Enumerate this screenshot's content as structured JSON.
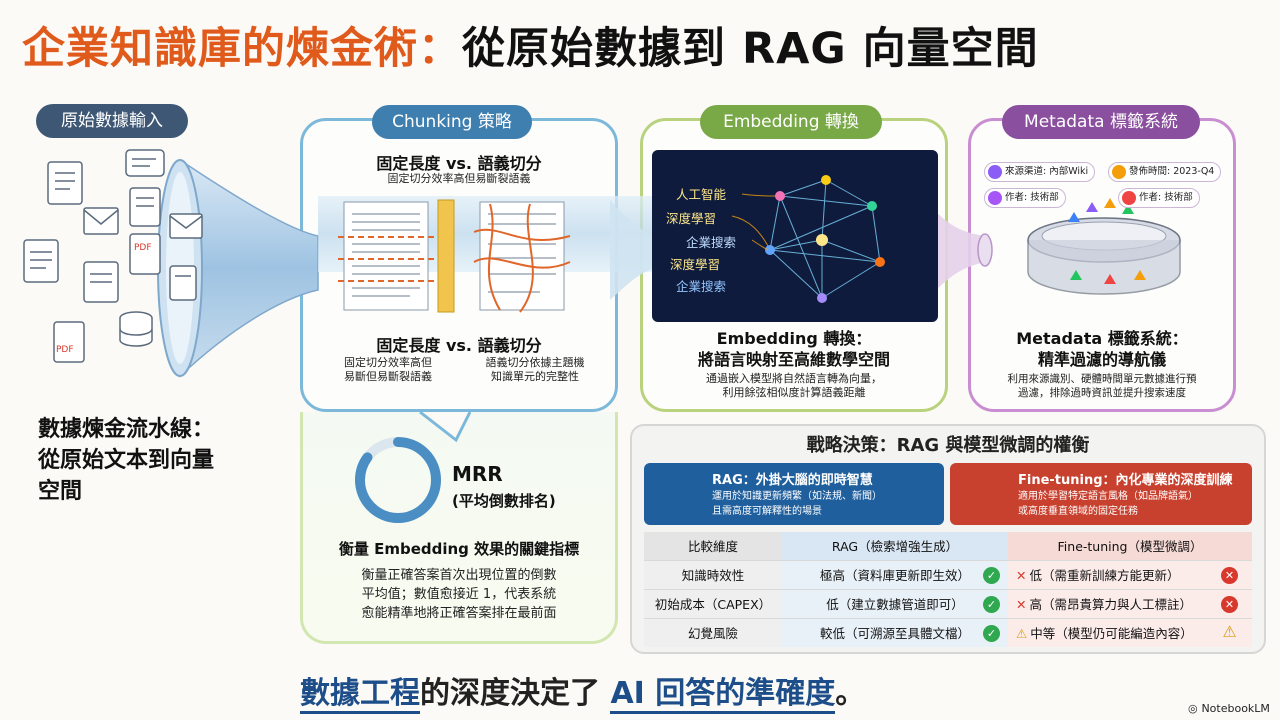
{
  "title": {
    "part1": "企業知識庫的煉金術：",
    "part2": "從原始數據到 RAG 向量空間"
  },
  "input": {
    "label": "原始數據輸入",
    "doc_labels": [
      "PDF",
      "PDF"
    ]
  },
  "pipeline_label": [
    "數據煉金流水線：",
    "從原始文本到向量",
    "空間"
  ],
  "chunking": {
    "label": "Chunking 策略",
    "heading_top": "固定長度 vs. 語義切分",
    "sub_top": "固定切分效率高但易斷裂語義",
    "heading_bottom": "固定長度 vs. 語義切分",
    "left_desc": [
      "固定切分效率高但",
      "易斷但易斷裂語義"
    ],
    "right_desc": [
      "語義切分依據主題機",
      "知識單元的完整性"
    ]
  },
  "embedding": {
    "label": "Embedding 轉換",
    "words": [
      "人工智能",
      "深度學習",
      "企業搜索",
      "深度學習",
      "企業搜索"
    ],
    "heading": [
      "Embedding 轉換：",
      "將語言映射至高維數學空間"
    ],
    "desc": [
      "通過嵌入模型將自然語言轉為向量，",
      "利用餘弦相似度計算語義距離"
    ]
  },
  "metadata": {
    "label": "Metadata 標籤系統",
    "tags": [
      "來源渠道: 內部Wiki",
      "發佈時間: 2023-Q4",
      "作者: 技術部",
      "作者: 技術部"
    ],
    "heading": [
      "Metadata 標籤系統：",
      "精準過濾的導航儀"
    ],
    "desc": [
      "利用來源識別、硬體時間單元數據進行預",
      "過濾，排除過時資訊並提升搜索速度"
    ]
  },
  "mrr": {
    "value": 0.85,
    "title": "MRR",
    "subtitle": "(平均倒數排名)",
    "heading": "衡量 Embedding 效果的關鍵指標",
    "desc": [
      "衡量正確答案首次出現位置的倒數",
      "平均值；數值愈接近 1，代表系統",
      "愈能精準地將正確答案排在最前面"
    ]
  },
  "decision": {
    "title": "戰略決策：RAG 與模型微調的權衡",
    "rag": {
      "title": "RAG：外掛大腦的即時智慧",
      "desc": [
        "運用於知識更新頻繁（如法規、新聞）",
        "且需高度可解釋性的場景"
      ]
    },
    "ft": {
      "title": "Fine-tuning：內化專業的深度訓練",
      "desc": [
        "適用於學習特定語言風格（如品牌語氣）",
        "或高度垂直領域的固定任務"
      ]
    },
    "headers": [
      "比較維度",
      "RAG（檢索增強生成）",
      "Fine-tuning（模型微調）"
    ],
    "rows": [
      {
        "dim": "知識時效性",
        "rag": "極高（資料庫更新即生效）",
        "ft": "低（需重新訓練方能更新）"
      },
      {
        "dim": "初始成本（CAPEX）",
        "rag": "低（建立數據管道即可）",
        "ft": "高（需昂貴算力與人工標註）"
      },
      {
        "dim": "幻覺風險",
        "rag": "較低（可溯源至具體文檔）",
        "ft": "中等（模型仍可能編造內容）"
      }
    ]
  },
  "footer": {
    "u1": "數據工程",
    "mid": "的深度決定了 ",
    "u2": "AI 回答的準確度",
    "end": "。"
  },
  "brand": "NotebookLM",
  "colors": {
    "orange_title": "#e05a1c",
    "chunk_blue": "#3f7fb0",
    "embed_green": "#79a847",
    "meta_purple": "#8b4f9f",
    "rag_blue": "#1f5f9d",
    "ft_red": "#c8402e",
    "ok_green": "#2fa84f",
    "no_red": "#d9382c",
    "warn_amber": "#e09b0d"
  }
}
